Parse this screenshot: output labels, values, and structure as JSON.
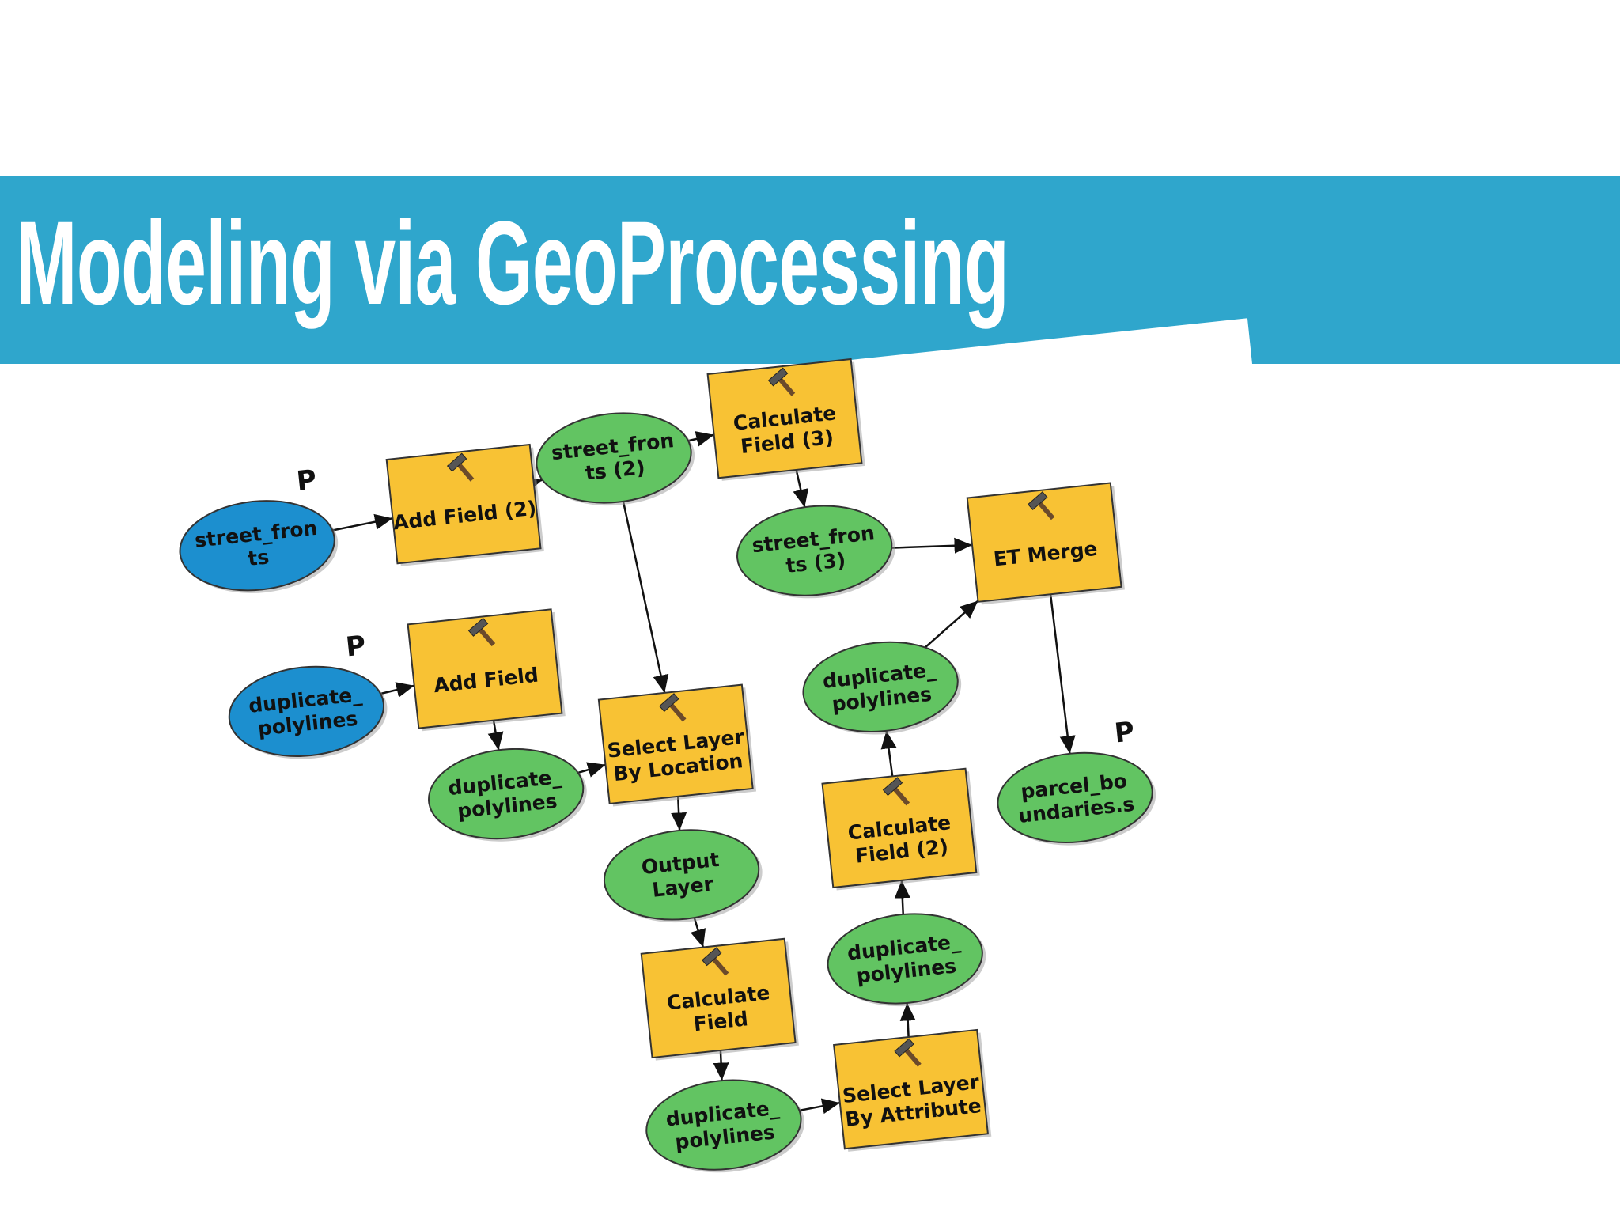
{
  "slide": {
    "title": "Modeling via GeoProcessing",
    "accent_color": "#2fa6cc"
  },
  "diagram": {
    "colors": {
      "input_data": "#1c8fcf",
      "derived_data": "#62c462",
      "tool": "#f8c234",
      "border": "#333333"
    },
    "nodes": [
      {
        "id": "n1",
        "kind": "input_data",
        "lines": [
          "street_fron",
          "ts"
        ],
        "param": "P"
      },
      {
        "id": "n2",
        "kind": "tool",
        "lines": [
          "Add Field (2)"
        ],
        "icon": "hammer-icon"
      },
      {
        "id": "n3",
        "kind": "derived_data",
        "lines": [
          "street_fron",
          "ts (2)"
        ]
      },
      {
        "id": "n4",
        "kind": "tool",
        "lines": [
          "Calculate",
          "Field (3)"
        ],
        "icon": "hammer-icon"
      },
      {
        "id": "n5",
        "kind": "derived_data",
        "lines": [
          "street_fron",
          "ts (3)"
        ]
      },
      {
        "id": "n6",
        "kind": "tool",
        "lines": [
          "ET Merge"
        ],
        "icon": "hammer-icon"
      },
      {
        "id": "n7",
        "kind": "input_data",
        "lines": [
          "duplicate_",
          "polylines"
        ],
        "param": "P"
      },
      {
        "id": "n8",
        "kind": "tool",
        "lines": [
          "Add Field"
        ],
        "icon": "hammer-icon"
      },
      {
        "id": "n9",
        "kind": "derived_data",
        "lines": [
          "duplicate_",
          "polylines"
        ]
      },
      {
        "id": "n10",
        "kind": "tool",
        "lines": [
          "Select Layer",
          "By Location"
        ],
        "icon": "hammer-icon"
      },
      {
        "id": "n11",
        "kind": "derived_data",
        "lines": [
          "Output",
          "Layer"
        ]
      },
      {
        "id": "n12",
        "kind": "tool",
        "lines": [
          "Calculate",
          "Field"
        ],
        "icon": "hammer-icon"
      },
      {
        "id": "n13",
        "kind": "derived_data",
        "lines": [
          "duplicate_",
          "polylines"
        ]
      },
      {
        "id": "n14",
        "kind": "tool",
        "lines": [
          "Select Layer",
          "By Attribute"
        ],
        "icon": "hammer-icon"
      },
      {
        "id": "n15",
        "kind": "derived_data",
        "lines": [
          "duplicate_",
          "polylines"
        ]
      },
      {
        "id": "n16",
        "kind": "tool",
        "lines": [
          "Calculate",
          "Field (2)"
        ],
        "icon": "hammer-icon"
      },
      {
        "id": "n17",
        "kind": "derived_data",
        "lines": [
          "duplicate_",
          "polylines"
        ]
      },
      {
        "id": "n18",
        "kind": "derived_data",
        "lines": [
          "parcel_bo",
          "undaries.s"
        ],
        "param": "P"
      }
    ],
    "edges": [
      {
        "from": "n1",
        "to": "n2"
      },
      {
        "from": "n2",
        "to": "n3"
      },
      {
        "from": "n3",
        "to": "n4"
      },
      {
        "from": "n4",
        "to": "n5"
      },
      {
        "from": "n5",
        "to": "n6"
      },
      {
        "from": "n3",
        "to": "n10"
      },
      {
        "from": "n7",
        "to": "n8"
      },
      {
        "from": "n8",
        "to": "n9"
      },
      {
        "from": "n9",
        "to": "n10"
      },
      {
        "from": "n10",
        "to": "n11"
      },
      {
        "from": "n11",
        "to": "n12"
      },
      {
        "from": "n12",
        "to": "n13"
      },
      {
        "from": "n13",
        "to": "n14"
      },
      {
        "from": "n14",
        "to": "n15"
      },
      {
        "from": "n15",
        "to": "n16"
      },
      {
        "from": "n16",
        "to": "n17"
      },
      {
        "from": "n17",
        "to": "n6"
      },
      {
        "from": "n6",
        "to": "n18"
      }
    ]
  }
}
